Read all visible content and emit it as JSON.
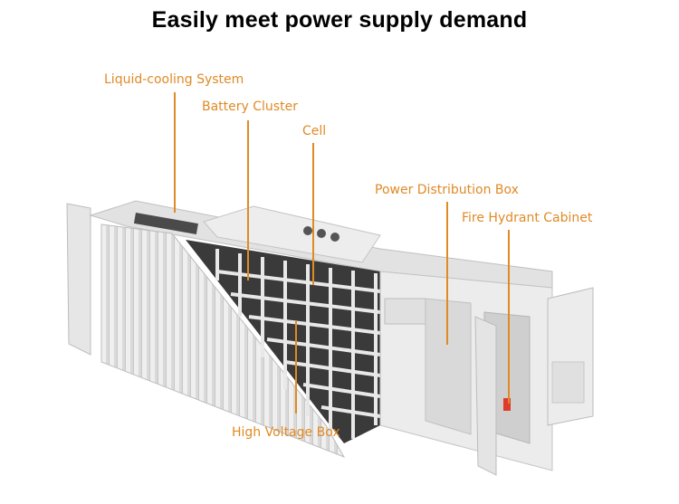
{
  "title": "Easily meet power supply demand",
  "accent_color": "#e08a26",
  "labels": {
    "liquid_cooling": "Liquid-cooling System",
    "battery_cluster": "Battery Cluster",
    "cell": "Cell",
    "power_distribution": "Power Distribution Box",
    "fire_hydrant": "Fire Hydrant Cabinet",
    "high_voltage": "High Voltage Box"
  },
  "illustration": "battery-energy-storage-container-cutaway"
}
